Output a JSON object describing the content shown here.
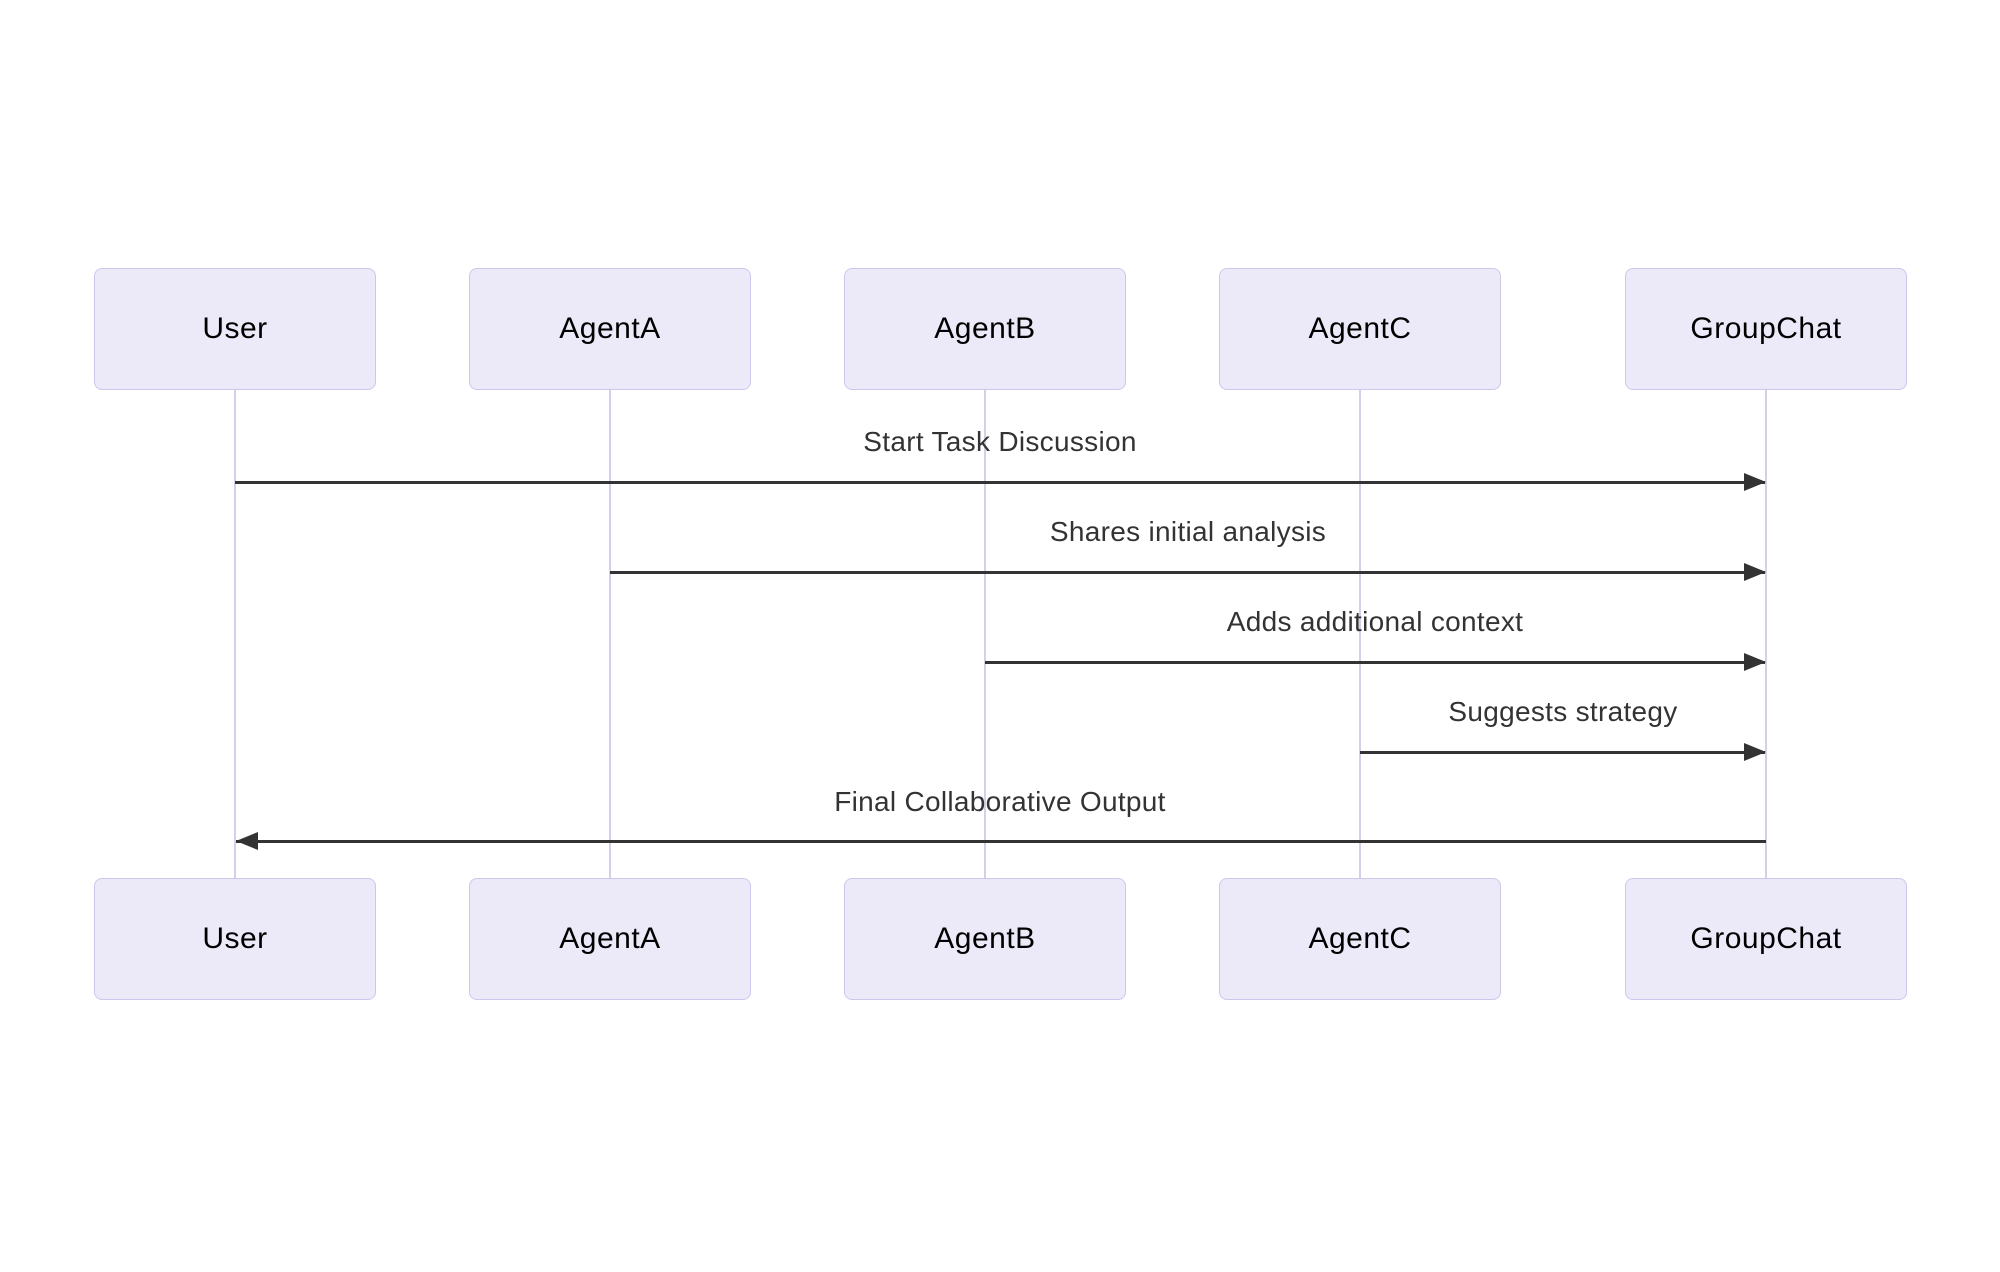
{
  "diagram": {
    "type": "sequence-diagram",
    "background": "#ffffff",
    "colors": {
      "actor_fill": "#eceaf9",
      "actor_border": "#cfc6ec",
      "lifeline": "#d5cfec",
      "arrow": "#333333",
      "message_text": "#333333",
      "actor_text": "#000000"
    },
    "participants": [
      {
        "name": "User"
      },
      {
        "name": "AgentA"
      },
      {
        "name": "AgentB"
      },
      {
        "name": "AgentC"
      },
      {
        "name": "GroupChat"
      }
    ],
    "messages": [
      {
        "from": "User",
        "to": "GroupChat",
        "label": "Start Task Discussion",
        "arrow": "solid-right"
      },
      {
        "from": "AgentA",
        "to": "GroupChat",
        "label": "Shares initial analysis",
        "arrow": "solid-right"
      },
      {
        "from": "AgentB",
        "to": "GroupChat",
        "label": "Adds additional context",
        "arrow": "solid-right"
      },
      {
        "from": "AgentC",
        "to": "GroupChat",
        "label": "Suggests strategy",
        "arrow": "solid-right"
      },
      {
        "from": "GroupChat",
        "to": "User",
        "label": "Final Collaborative Output",
        "arrow": "solid-left"
      }
    ]
  }
}
